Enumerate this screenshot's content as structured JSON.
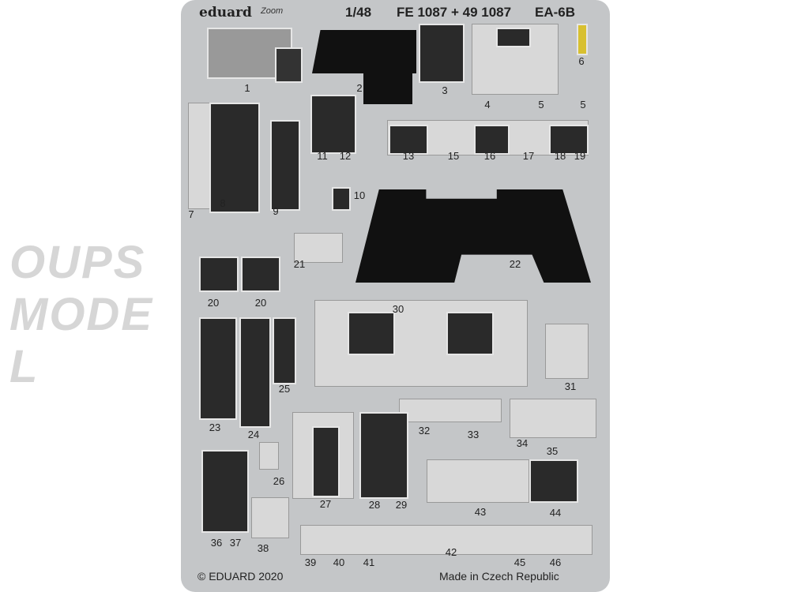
{
  "header": {
    "brand": "eduard",
    "sub_brand": "Zoom",
    "scale": "1/48",
    "code": "FE 1087 + 49 1087",
    "model": "EA-6B"
  },
  "parts": [
    "1",
    "2",
    "3",
    "4",
    "5",
    "5",
    "6",
    "7",
    "8",
    "9",
    "10",
    "11",
    "12",
    "13",
    "15",
    "16",
    "17",
    "18",
    "19",
    "20",
    "20",
    "21",
    "22",
    "30",
    "31",
    "23",
    "24",
    "25",
    "32",
    "33",
    "34",
    "35",
    "26",
    "27",
    "28",
    "29",
    "36",
    "37",
    "38",
    "39",
    "40",
    "41",
    "42",
    "43",
    "44",
    "45",
    "46"
  ],
  "footer": {
    "copyright": "© EDUARD 2020",
    "origin": "Made in Czech Republic"
  },
  "watermark": "OUPS MODEL"
}
